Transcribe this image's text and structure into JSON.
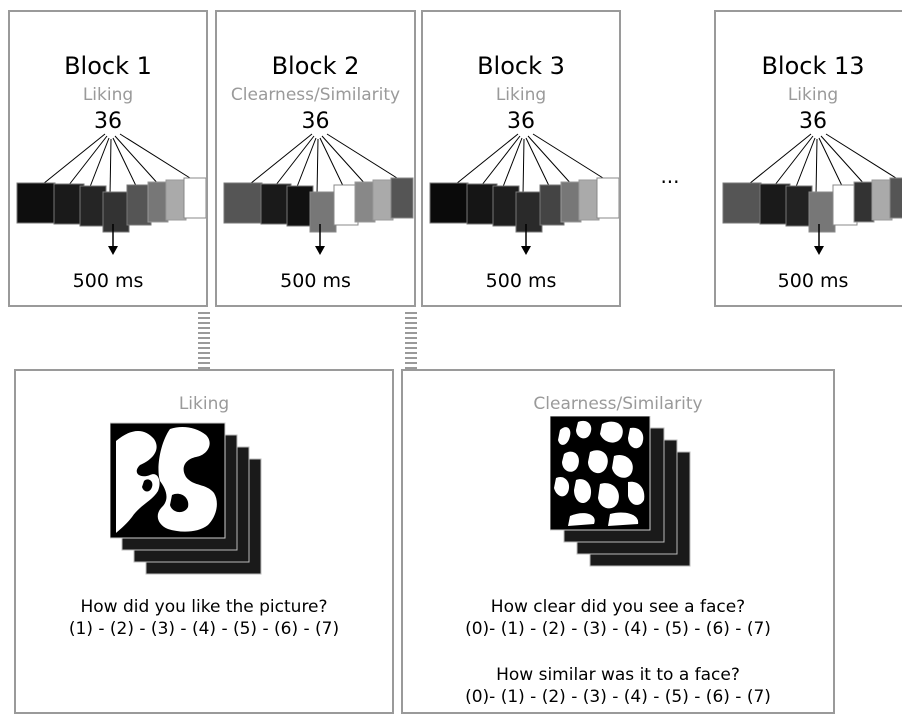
{
  "blocks": [
    {
      "title": "Block 1",
      "task": "Liking",
      "count": "36",
      "duration": "500 ms"
    },
    {
      "title": "Block 2",
      "task": "Clearness/Similarity",
      "count": "36",
      "duration": "500 ms"
    },
    {
      "title": "Block 3",
      "task": "Liking",
      "count": "36",
      "duration": "500 ms"
    },
    {
      "title": "Block 13",
      "task": "Liking",
      "count": "36",
      "duration": "500 ms"
    }
  ],
  "ellipsis": "...",
  "panels": {
    "liking": {
      "title": "Liking",
      "question": "How did you like the picture?",
      "scale": "(1) - (2) - (3) - (4) - (5) - (6) - (7)"
    },
    "clearness": {
      "title": "Clearness/Similarity",
      "question1": "How clear did you see a face?",
      "scale1": "(0)- (1) - (2) - (3) - (4) - (5) - (6) - (7)",
      "question2": "How similar was it to a face?",
      "scale2": "(0)- (1) - (2) - (3) - (4) - (5) - (6) - (7)"
    }
  },
  "colors": {
    "border": "#9a9a9a",
    "task_text": "#9a9a9a"
  }
}
